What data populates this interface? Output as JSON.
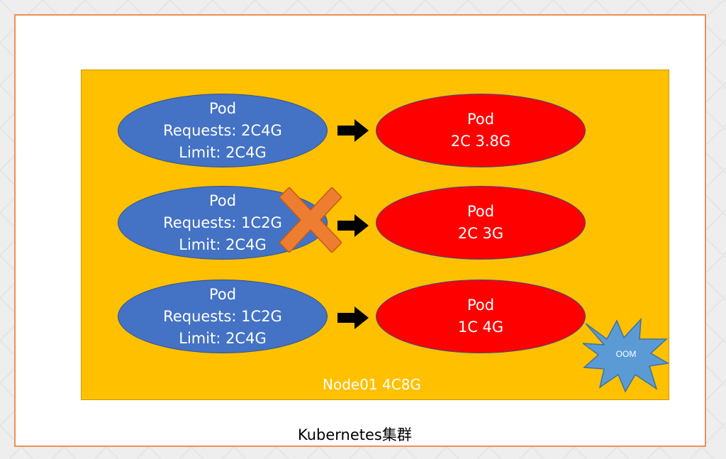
{
  "caption": "Kubernetes集群",
  "node": {
    "label": "Node01 4C8G"
  },
  "rows": [
    {
      "left": {
        "line1": "Pod",
        "line2": "Requests: 2C4G",
        "line3": "Limit: 2C4G"
      },
      "right": {
        "line1": "Pod",
        "line2": "2C 3.8G"
      },
      "blocked": false
    },
    {
      "left": {
        "line1": "Pod",
        "line2": "Requests: 1C2G",
        "line3": "Limit: 2C4G"
      },
      "right": {
        "line1": "Pod",
        "line2": "2C 3G"
      },
      "blocked": true
    },
    {
      "left": {
        "line1": "Pod",
        "line2": "Requests: 1C2G",
        "line3": "Limit: 2C4G"
      },
      "right": {
        "line1": "Pod",
        "line2": "1C 4G"
      },
      "blocked": false
    }
  ],
  "oom": {
    "label": "OOM"
  },
  "colors": {
    "node_fill": "#ffc000",
    "request_pod": "#4472c4",
    "running_pod": "#ff0000",
    "cross": "#ed7d31",
    "oom_burst": "#5b9bd5",
    "frame": "#ee8f5a"
  },
  "icons": {
    "arrow": "right-arrow-icon",
    "cross": "cross-icon",
    "burst": "explosion-icon"
  }
}
